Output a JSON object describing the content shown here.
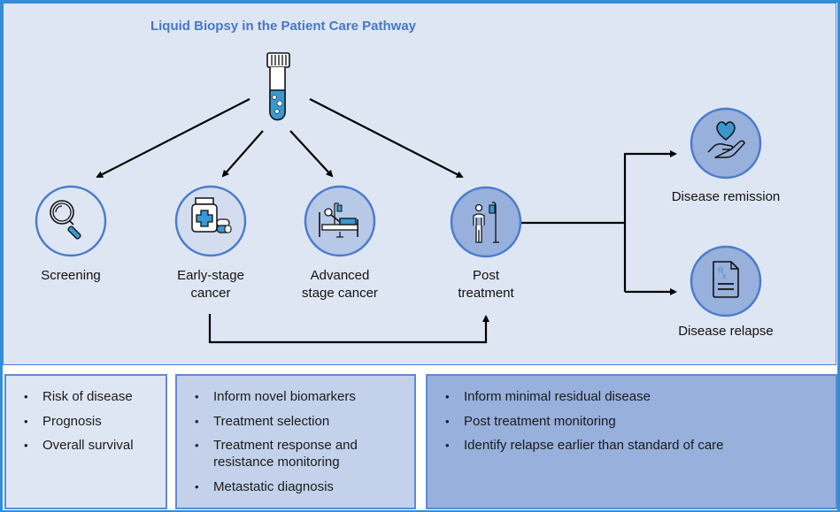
{
  "title": "Liquid Biopsy in the Patient Care Pathway",
  "colors": {
    "title": "#4677c9",
    "frame_border": "#2f8fd8",
    "panel_background": "#dfe6f3",
    "circle_stroke": "#4a7ccc",
    "icon_accent": "#3a98d1",
    "box1_fill": "#dfe6f3",
    "box2_fill": "#c3d2ea",
    "box3_fill": "#97b0dc"
  },
  "source": {
    "icon": "blood-test-tube-icon"
  },
  "stages": [
    {
      "id": "screening",
      "label_lines": [
        "Screening"
      ],
      "icon": "magnifying-glass-icon"
    },
    {
      "id": "early-stage-cancer",
      "label_lines": [
        "Early-stage",
        "cancer"
      ],
      "icon": "medicine-bottle-pills-icon"
    },
    {
      "id": "advanced-stage-cancer",
      "label_lines": [
        "Advanced",
        "stage cancer"
      ],
      "icon": "hospital-bed-patient-icon"
    },
    {
      "id": "post-treatment",
      "label_lines": [
        "Post",
        "treatment"
      ],
      "icon": "patient-iv-drip-icon"
    }
  ],
  "outcomes": [
    {
      "id": "disease-remission",
      "label": "Disease remission",
      "icon": "heart-in-hand-icon"
    },
    {
      "id": "disease-relapse",
      "label": "Disease relapse",
      "icon": "prescription-document-icon"
    }
  ],
  "info_boxes": [
    {
      "id": "screening-uses",
      "items": [
        "Risk of disease",
        "Prognosis",
        "Overall survival"
      ]
    },
    {
      "id": "cancer-uses",
      "items": [
        "Inform novel biomarkers",
        "Treatment selection",
        "Treatment response and resistance monitoring",
        "Metastatic diagnosis"
      ]
    },
    {
      "id": "post-treatment-uses",
      "items": [
        "Inform minimal residual disease",
        "Post treatment monitoring",
        "Identify relapse earlier than standard of care"
      ]
    }
  ],
  "bullet_symbol": "•"
}
